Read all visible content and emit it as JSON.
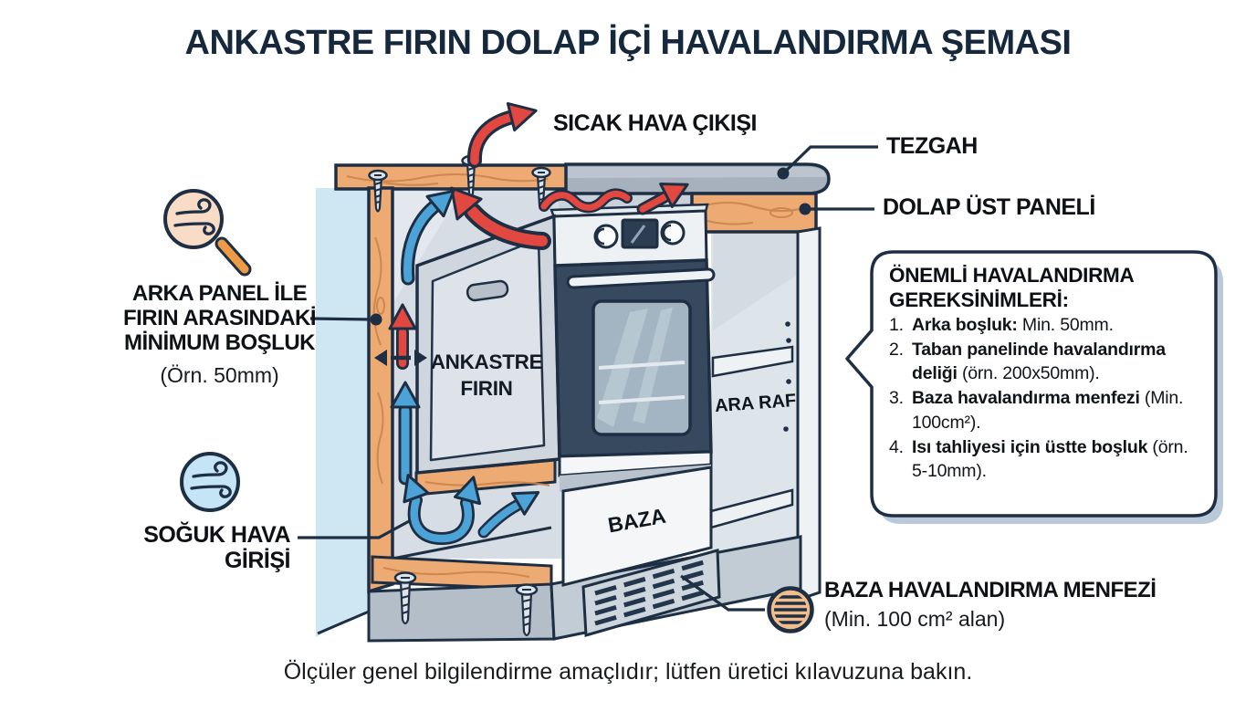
{
  "title": "ANKASTRE FIRIN DOLAP İÇİ HAVALANDIRMA ŞEMASI",
  "labels": {
    "hot_air": "SICAK HAVA ÇIKIŞI",
    "countertop": "TEZGAH",
    "top_panel": "DOLAP ÜST PANELİ",
    "rear_gap_line1": "ARKA PANEL İLE",
    "rear_gap_line2": "FIRIN ARASINDAKİ",
    "rear_gap_line3": "MİNİMUM BOŞLUK",
    "rear_gap_note": "(Örn. 50mm)",
    "cold_line1": "SOĞUK HAVA",
    "cold_line2": "GİRİŞİ",
    "oven_line1": "ANKASTRE",
    "oven_line2": "FIRIN",
    "shelf": "ARA RAF",
    "plinth": "BAZA",
    "vent_line1": "BAZA HAVALANDIRMA MENFEZİ",
    "vent_line2": "(Min. 100 cm² alan)"
  },
  "requirements": {
    "title_line1": "ÖNEMLİ HAVALANDIRMA",
    "title_line2": "GEREKSİNİMLERİ:",
    "items": [
      {
        "num": "1.",
        "bold": "Arka boşluk:",
        "rest": " Min. 50mm."
      },
      {
        "num": "2.",
        "bold": "Taban panelinde havalandırma deliği",
        "rest": " (örn. 200x50mm)."
      },
      {
        "num": "3.",
        "bold": "Baza havalandırma menfezi",
        "rest": " (Min. 100cm²)."
      },
      {
        "num": "4.",
        "bold": "Isı tahliyesi için üstte boşluk",
        "rest": " (örn. 5-10mm)."
      }
    ]
  },
  "footnote": "Ölçüler genel bilgilendirme amaçlıdır; lütfen üretici kılavuzuna bakın.",
  "icons": {
    "rear_gap": "magnifier-wind-icon",
    "cold_air": "wind-circle-icon",
    "plinth_vent": "round-vent-icon"
  },
  "colors": {
    "outline_navy": "#1e2f44",
    "hot_red": "#e2483f",
    "cold_blue": "#4ba3d8",
    "wood": "#edaa72",
    "wall_blue": "#cfe7f3",
    "box_shadow": "#bac9d9"
  }
}
